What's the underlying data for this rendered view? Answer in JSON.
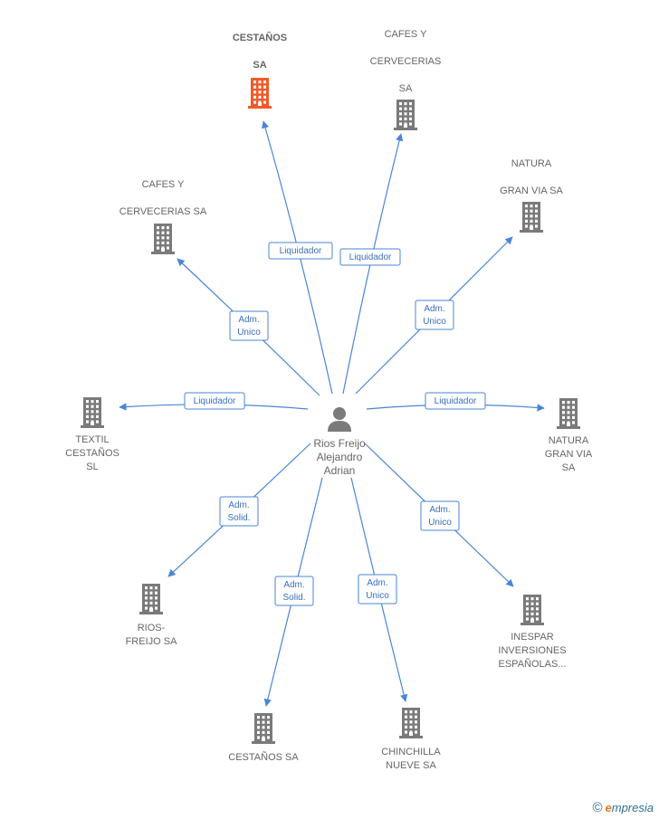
{
  "colors": {
    "edge": "#4a86d6",
    "building": "#7a7a7a",
    "focus_building": "#f05a28",
    "person": "#7a7a7a"
  },
  "center": {
    "lines": [
      "Rios Freijo",
      "Alejandro",
      "Adrian"
    ],
    "icon": "person-icon"
  },
  "nodes": [
    {
      "id": "cestanos-sa-top",
      "lines": [
        "CESTAÑOS",
        "SA"
      ],
      "focus": true,
      "icon": "building-icon"
    },
    {
      "id": "cafes-y-cervecerias-sa-top",
      "lines": [
        "CAFES Y",
        "CERVECERIAS",
        "SA"
      ],
      "focus": false,
      "icon": "building-icon"
    },
    {
      "id": "natura-gran-via-sa-top",
      "lines": [
        "NATURA",
        "GRAN VIA SA"
      ],
      "focus": false,
      "icon": "building-icon"
    },
    {
      "id": "cafes-y-cervecerias-sa-left",
      "lines": [
        "CAFES Y",
        "CERVECERIAS SA"
      ],
      "focus": false,
      "icon": "building-icon"
    },
    {
      "id": "textil-cestanos-sl",
      "lines": [
        "TEXTIL",
        "CESTAÑOS",
        "SL"
      ],
      "focus": false,
      "icon": "building-icon"
    },
    {
      "id": "natura-gran-via-sa-right",
      "lines": [
        "NATURA",
        "GRAN VIA",
        "SA"
      ],
      "focus": false,
      "icon": "building-icon"
    },
    {
      "id": "rios-freijo-sa",
      "lines": [
        "RIOS-",
        "FREIJO SA"
      ],
      "focus": false,
      "icon": "building-icon"
    },
    {
      "id": "inespar-inversiones",
      "lines": [
        "INESPAR",
        "INVERSIONES",
        "ESPAÑOLAS..."
      ],
      "focus": false,
      "icon": "building-icon"
    },
    {
      "id": "cestanos-sa-bottom",
      "lines": [
        "CESTAÑOS SA"
      ],
      "focus": false,
      "icon": "building-icon"
    },
    {
      "id": "chinchilla-nueve-sa",
      "lines": [
        "CHINCHILLA",
        "NUEVE SA"
      ],
      "focus": false,
      "icon": "building-icon"
    }
  ],
  "edges": [
    {
      "target": "cestanos-sa-top",
      "role": [
        "Liquidador"
      ]
    },
    {
      "target": "cafes-y-cervecerias-sa-top",
      "role": [
        "Liquidador"
      ]
    },
    {
      "target": "natura-gran-via-sa-top",
      "role": [
        "Adm.",
        "Unico"
      ]
    },
    {
      "target": "cafes-y-cervecerias-sa-left",
      "role": [
        "Adm.",
        "Unico"
      ]
    },
    {
      "target": "textil-cestanos-sl",
      "role": [
        "Liquidador"
      ]
    },
    {
      "target": "natura-gran-via-sa-right",
      "role": [
        "Liquidador"
      ]
    },
    {
      "target": "rios-freijo-sa",
      "role": [
        "Adm.",
        "Solid."
      ]
    },
    {
      "target": "inespar-inversiones",
      "role": [
        "Adm.",
        "Unico"
      ]
    },
    {
      "target": "cestanos-sa-bottom",
      "role": [
        "Adm.",
        "Solid."
      ]
    },
    {
      "target": "chinchilla-nueve-sa",
      "role": [
        "Adm.",
        "Unico"
      ]
    }
  ],
  "brand": {
    "copyright": "©",
    "initial": "e",
    "name": "mpresia"
  }
}
